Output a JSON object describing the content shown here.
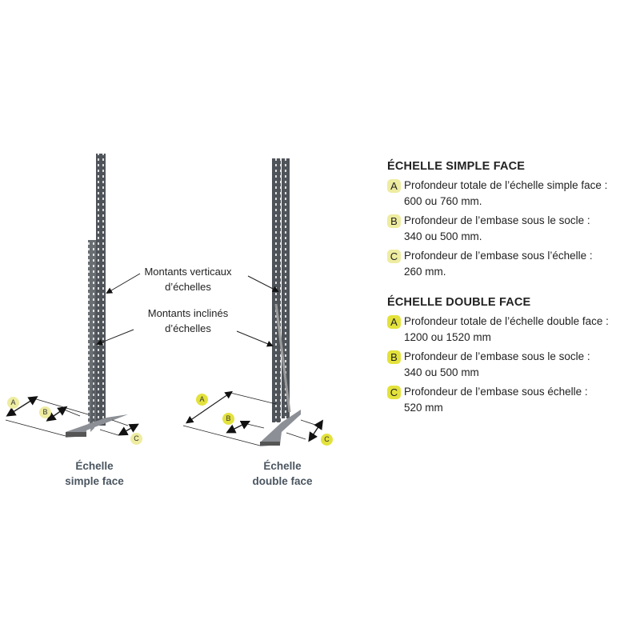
{
  "callouts": {
    "vertical": [
      "Montants verticaux",
      "d’échelles"
    ],
    "inclined": [
      "Montants inclinés",
      "d’échelles"
    ]
  },
  "captions": {
    "simple": [
      "Échelle",
      "simple face"
    ],
    "double": [
      "Échelle",
      "double face"
    ]
  },
  "badges": {
    "simple": [
      "A",
      "B",
      "C"
    ],
    "double": [
      "A",
      "B",
      "C"
    ]
  },
  "colors": {
    "badge_simple": "#eeeca0",
    "badge_double": "#e3e23c",
    "caption": "#4a5560",
    "metal": "#555a60"
  },
  "sections": [
    {
      "title": "ÉCHELLE SIMPLE FACE",
      "items": [
        {
          "key": "A",
          "label": "Profondeur totale de l’échelle simple face :",
          "value": "600 ou 760 mm."
        },
        {
          "key": "B",
          "label": "Profondeur de l’embase sous le socle :",
          "value": "340 ou 500 mm."
        },
        {
          "key": "C",
          "label": "Profondeur de l’embase sous l’échelle :",
          "value": "260 mm."
        }
      ]
    },
    {
      "title": "ÉCHELLE DOUBLE FACE",
      "items": [
        {
          "key": "A",
          "label": "Profondeur totale de l’échelle double face :",
          "value": "1200 ou 1520 mm"
        },
        {
          "key": "B",
          "label": "Profondeur de l’embase sous le socle :",
          "value": "340 ou 500 mm"
        },
        {
          "key": "C",
          "label": "Profondeur de l’embase sous échelle :",
          "value": "520 mm"
        }
      ]
    }
  ]
}
